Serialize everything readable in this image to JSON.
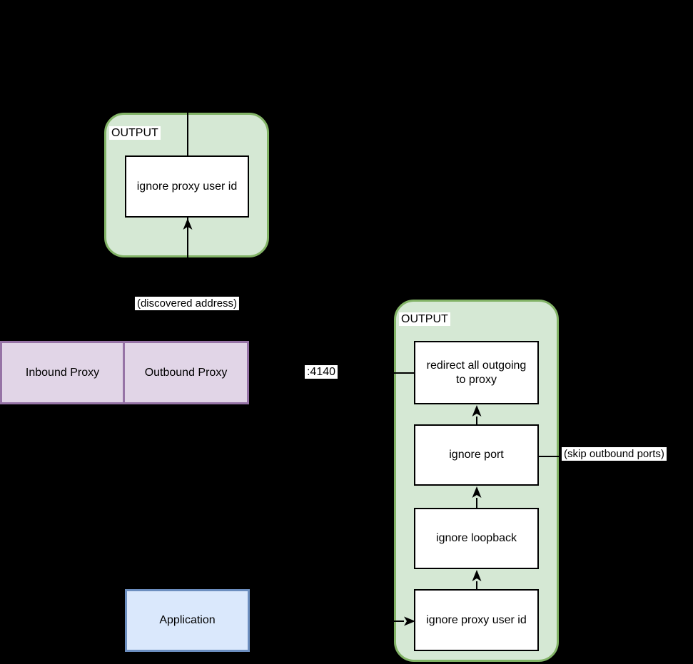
{
  "diagram": {
    "groups": {
      "top_output": {
        "label": "OUTPUT"
      },
      "right_output": {
        "label": "OUTPUT"
      }
    },
    "nodes": {
      "top_ignore_proxy_user_id": "ignore proxy user id",
      "inbound_proxy": "Inbound Proxy",
      "outbound_proxy": "Outbound Proxy",
      "application": "Application",
      "redirect_all_outgoing": "redirect all outgoing to proxy",
      "ignore_port": "ignore port",
      "ignore_loopback": "ignore loopback",
      "ignore_proxy_user_id": "ignore proxy user id"
    },
    "annotations": {
      "discovered_address": "(discovered address)",
      "port_4140": ":4140",
      "skip_outbound_ports": "(skip outbound ports)"
    },
    "colors": {
      "bg": "#000000",
      "green_fill": "#d5e8d4",
      "green_stroke": "#82b366",
      "purple_fill": "#e1d5e7",
      "purple_stroke": "#9673a6",
      "blue_fill": "#dae8fc",
      "blue_stroke": "#6c8ebf",
      "node_fill": "#ffffff",
      "node_stroke": "#000000",
      "line": "#000000",
      "label_bg": "#ffffff",
      "text": "#000000"
    }
  }
}
